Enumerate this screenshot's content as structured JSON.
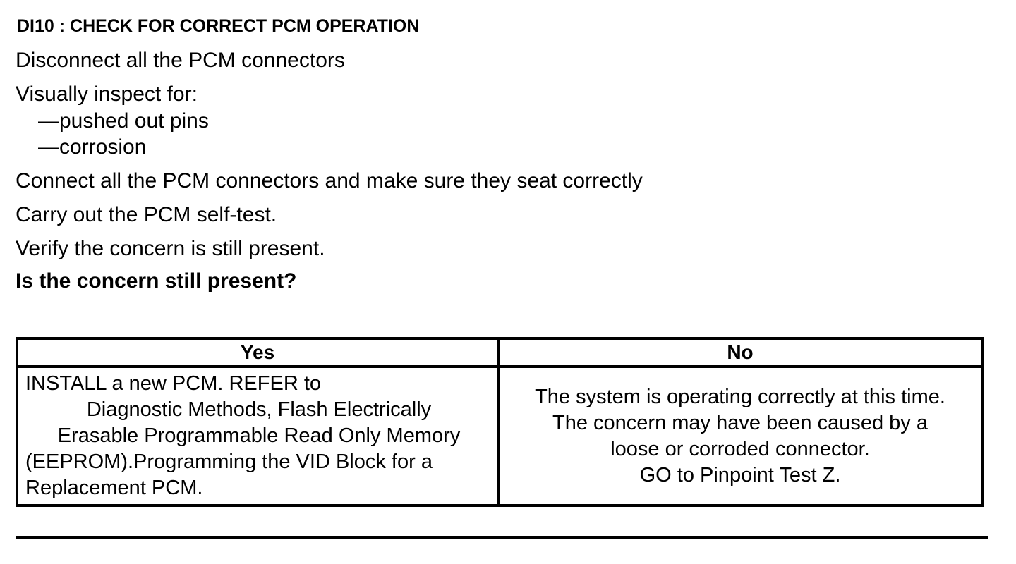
{
  "title": "DI10 : CHECK FOR CORRECT PCM OPERATION",
  "steps": {
    "disconnect": "Disconnect all the PCM connectors",
    "inspect": "Visually inspect for:",
    "inspect_items": [
      "—pushed out pins",
      "—corrosion"
    ],
    "connect": "Connect all the PCM connectors and make sure they seat correctly",
    "self_test": "Carry out the PCM self-test.",
    "verify": "Verify the concern is still present.",
    "question": "Is the concern still present?"
  },
  "table": {
    "headers": [
      "Yes",
      "No"
    ],
    "yes_lines": [
      "INSTALL a new PCM.  REFER to",
      "Diagnostic Methods, Flash Electrically",
      "Erasable Programmable Read Only Memory",
      "(EEPROM).Programming the VID Block for a",
      "Replacement PCM."
    ],
    "no_lines": [
      "The system is operating correctly at this time.",
      "The concern may have been caused by a",
      "loose or corroded connector.",
      "GO to Pinpoint Test Z."
    ]
  }
}
